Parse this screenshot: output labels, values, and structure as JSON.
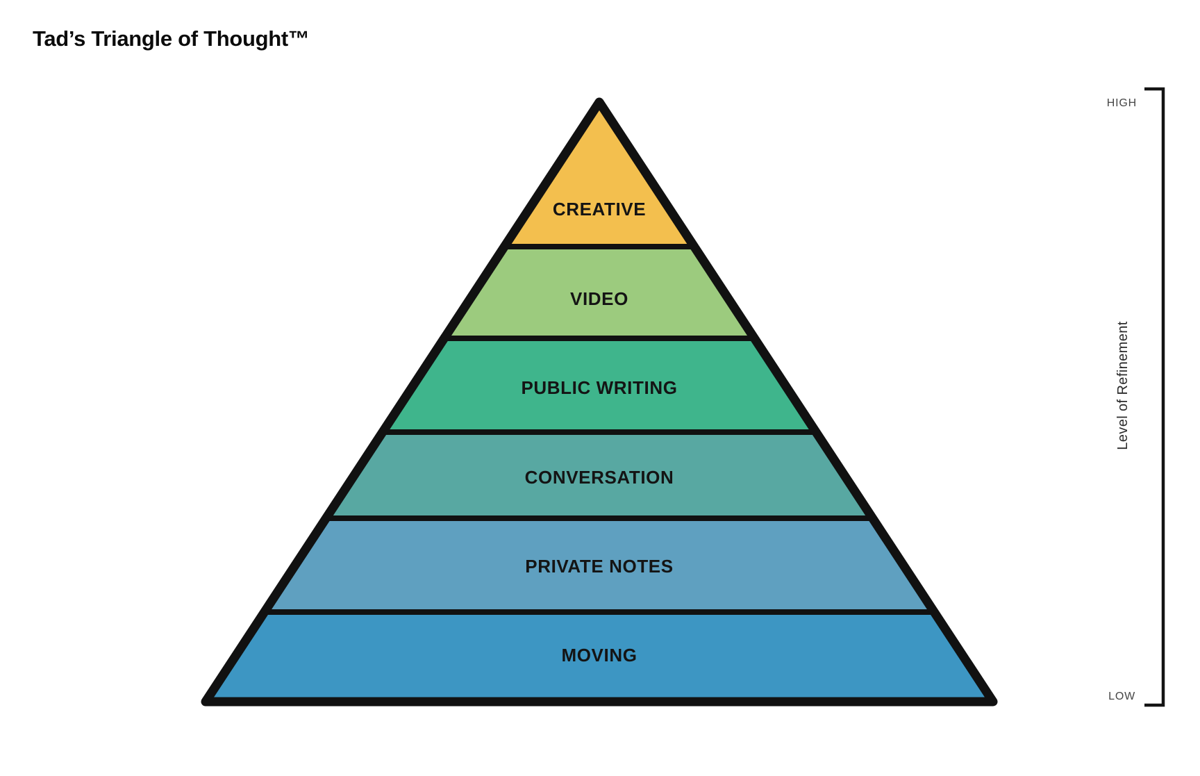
{
  "title": "Tad’s Triangle of Thought™",
  "pyramid": {
    "outline_color": "#111111",
    "bands": [
      {
        "label": "CREATIVE",
        "color": "#F3BF4E"
      },
      {
        "label": "VIDEO",
        "color": "#9CCB7E"
      },
      {
        "label": "PUBLIC WRITING",
        "color": "#3FB58C"
      },
      {
        "label": "CONVERSATION",
        "color": "#58A8A2"
      },
      {
        "label": "PRIVATE NOTES",
        "color": "#5FA0C0"
      },
      {
        "label": "MOVING",
        "color": "#3D96C3"
      }
    ]
  },
  "axis": {
    "label": "Level of Refinement",
    "top": "HIGH",
    "bottom": "LOW"
  }
}
